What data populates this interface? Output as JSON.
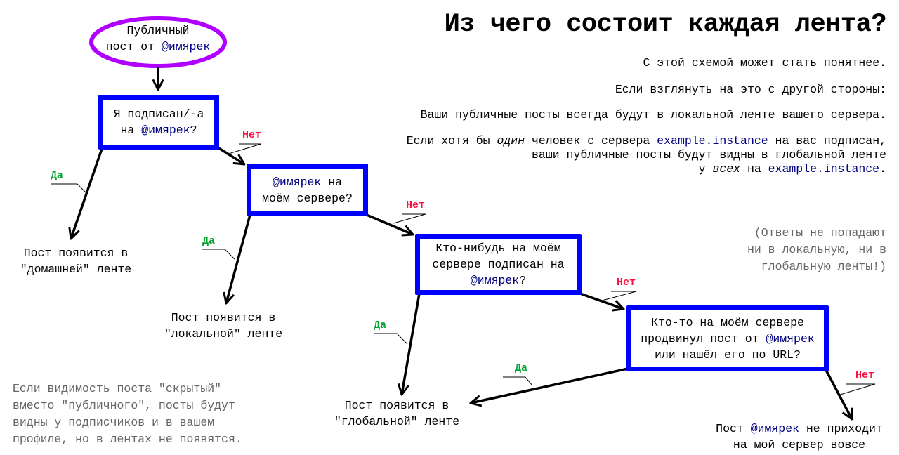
{
  "title": "Из чего состоит каждая лента?",
  "intro": {
    "line1": "С этой схемой может стать понятнее.",
    "line2": "Если взглянуть на это с другой стороны:",
    "line3": "Ваши публичные посты всегда будут в локальной ленте вашего сервера.",
    "line4_a": "Если хотя бы ",
    "line4_em": "один",
    "line4_b": " человек с сервера ",
    "instance": "example.instance",
    "line4_c": " на вас подписан,",
    "line5": "ваши публичные посты будут видны в глобальной ленте",
    "line6_a": "у ",
    "line6_em": "всех",
    "line6_b": " на ",
    "line6_c": "."
  },
  "username": "@имярек",
  "start": {
    "line1": "Публичный",
    "line2_a": "пост от "
  },
  "q1": {
    "line1": "Я подписан/-а",
    "line2_a": "на ",
    "line2_b": "?"
  },
  "q2": {
    "line1_b": " на",
    "line2": "моём сервере?"
  },
  "q3": {
    "line1": "Кто-нибудь на моём",
    "line2": "сервере подписан на",
    "line3_b": "?"
  },
  "q4": {
    "line1": "Кто-то на моём сервере",
    "line2_a": "продвинул пост от ",
    "line3": "или нашёл его по URL?"
  },
  "labels": {
    "yes": "Да",
    "no": "Нет"
  },
  "outcomes": {
    "home": {
      "line1": "Пост появится в",
      "line2": "\"домашней\" ленте"
    },
    "local": {
      "line1": "Пост появится в",
      "line2": "\"локальной\" ленте"
    },
    "global": {
      "line1": "Пост появится в",
      "line2": "\"глобальной\" ленте"
    },
    "none": {
      "line1_a": "Пост ",
      "line1_b": " не приходит",
      "line2": "на мой сервер вовсе"
    }
  },
  "notes": {
    "replies": [
      "(Ответы не попадают",
      "ни в локальную, ни в",
      "глобальную ленты!)"
    ],
    "hidden": [
      "Если видимость поста \"скрытый\"",
      "вместо \"публичного\", посты будут",
      "видны у подписчиков и в вашем",
      "профиле, но в лентах не появятся."
    ]
  },
  "colors": {
    "box": "#0000ff",
    "start": "#b000ff",
    "yes": "#00a030",
    "no": "#ff1040",
    "username": "#000080"
  }
}
